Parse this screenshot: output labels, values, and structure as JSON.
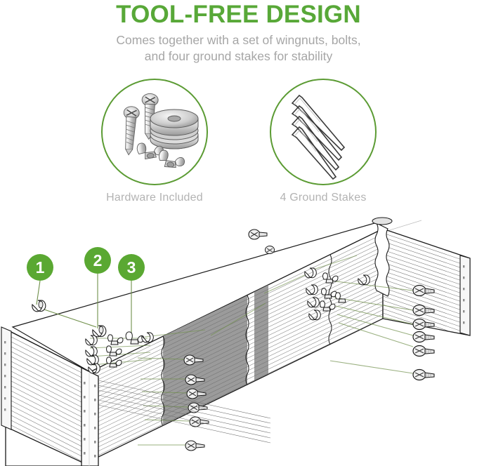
{
  "header": {
    "title": "TOOL-FREE DESIGN",
    "subtitle_line1": "Comes together with a set of wingnuts, bolts,",
    "subtitle_line2": "and four ground stakes for stability"
  },
  "colors": {
    "brand_green": "#58a838",
    "badge_ring_green": "#5b9b33",
    "marker_green": "#5aa832",
    "leader_line_green": "#6f8f4a",
    "caption_gray": "#b3b3b3",
    "subtitle_gray": "#a6a6a6",
    "line_art_stroke": "#1a1a1a",
    "panel_shade_gray": "#9b9b9b",
    "metal_light": "#ffffff"
  },
  "badges": [
    {
      "id": "hardware",
      "caption": "Hardware Included",
      "icon_name": "screws-washers-wingnuts-icon",
      "contents": [
        "screw",
        "screw",
        "washer",
        "washer",
        "wingnut",
        "wingnut"
      ]
    },
    {
      "id": "ground-stakes",
      "caption": "4 Ground Stakes",
      "icon_name": "ground-stakes-icon",
      "contents": [
        "stake",
        "stake",
        "stake",
        "stake"
      ]
    }
  ],
  "illustration": {
    "name": "raised-garden-bed-exploded-diagram",
    "description": "Isometric line drawing of a corrugated metal raised garden bed with corner posts and assembly hardware",
    "markers": [
      {
        "number": "1",
        "points_to": "washer"
      },
      {
        "number": "2",
        "points_to": "washer"
      },
      {
        "number": "3",
        "points_to": "wingnut"
      }
    ]
  }
}
